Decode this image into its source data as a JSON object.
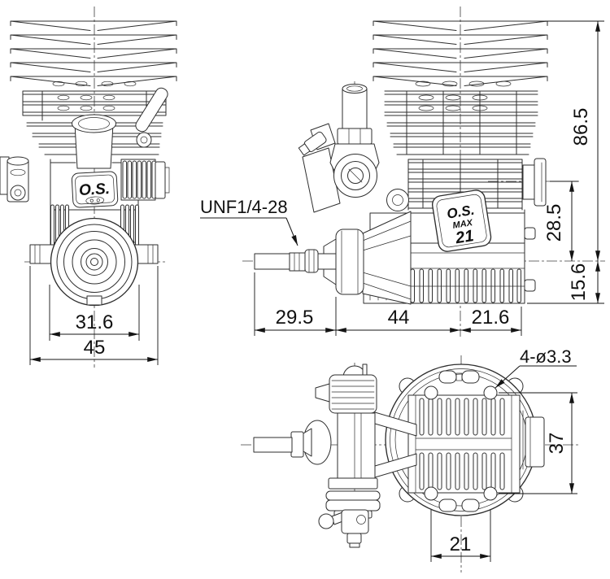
{
  "drawing": {
    "product_logo": {
      "front_plate_text": "O.S.",
      "side_plate_line1": "O.S.",
      "side_plate_line2": "MAX",
      "side_plate_line3": "21"
    },
    "labels": {
      "crankshaft_thread": "UNF1/4-28",
      "mounting_holes": "4-ø3.3"
    },
    "dimensions_mm": {
      "front_bearing_width": "31.6",
      "front_case_width": "45",
      "side_overall_height": "86.5",
      "side_exhaust_to_crank_height": "28.5",
      "side_crank_to_bottom_height": "15.6",
      "side_shaft_length": "29.5",
      "side_case_length": "44",
      "side_rear_length": "21.6",
      "top_hole_span_vertical": "37",
      "top_hole_span_horizontal": "21"
    },
    "line_color": "#2e2e2e",
    "dimension_color": "#141414",
    "background_color": "#ffffff"
  }
}
